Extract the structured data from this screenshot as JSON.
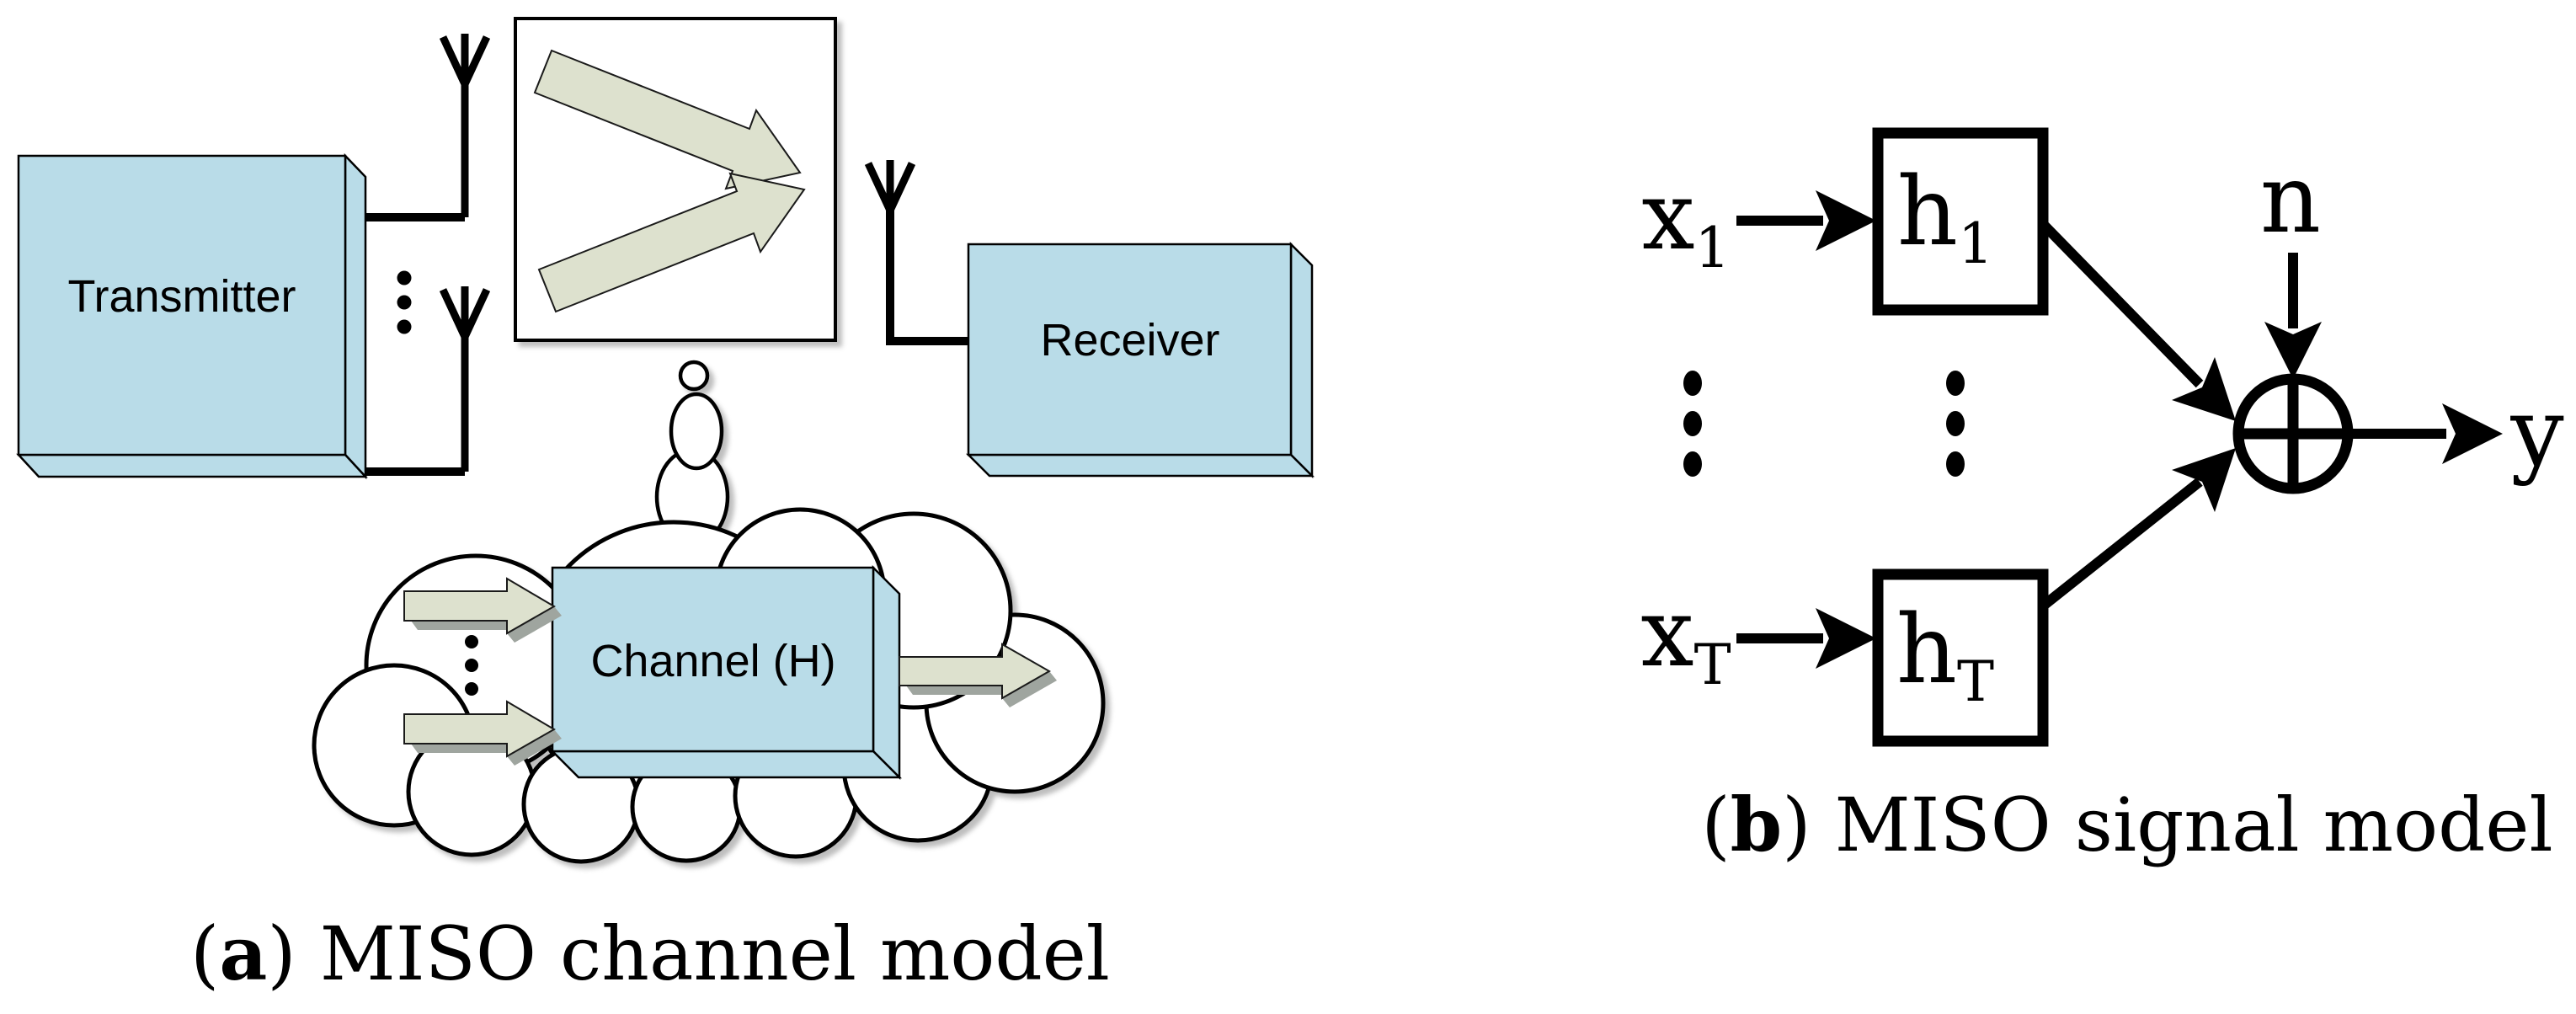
{
  "figure": {
    "colors": {
      "box_fill": "#b9dce8",
      "arrow_fill": "#dde1ce",
      "arrow_underside": "#9fa59f",
      "outline": "#000000"
    },
    "panel_a": {
      "caption": {
        "prefix": "(",
        "bold": "a",
        "rest": ") MISO channel model"
      },
      "transmitter_label": "Transmitter",
      "receiver_label": "Receiver",
      "channel_label": "Channel (H)"
    },
    "panel_b": {
      "caption": {
        "prefix": "(",
        "bold": "b",
        "rest": ") MISO signal model"
      },
      "input1": {
        "base": "x",
        "sub": "1"
      },
      "inputT": {
        "base": "x",
        "sub": "T"
      },
      "gain1": {
        "base": "h",
        "sub": "1"
      },
      "gainT": {
        "base": "h",
        "sub": "T"
      },
      "noise_label": "n",
      "output_label": "y"
    }
  }
}
